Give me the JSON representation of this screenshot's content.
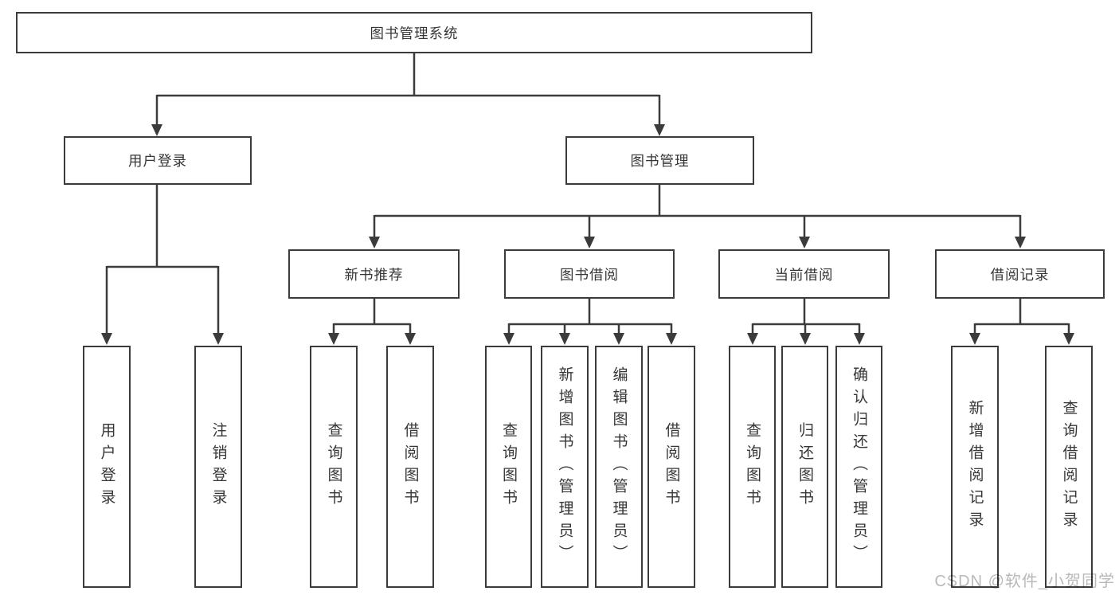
{
  "tree": {
    "root": {
      "label": "图书管理系统"
    },
    "children": [
      {
        "label": "用户登录",
        "children": [
          {
            "label": "用户登录"
          },
          {
            "label": "注销登录"
          }
        ]
      },
      {
        "label": "图书管理",
        "children": [
          {
            "label": "新书推荐",
            "children": [
              {
                "label": "查询图书"
              },
              {
                "label": "借阅图书"
              }
            ]
          },
          {
            "label": "图书借阅",
            "children": [
              {
                "label": "查询图书"
              },
              {
                "label": "新增图书（管理员）"
              },
              {
                "label": "编辑图书（管理员）"
              },
              {
                "label": "借阅图书"
              }
            ]
          },
          {
            "label": "当前借阅",
            "children": [
              {
                "label": "查询图书"
              },
              {
                "label": "归还图书"
              },
              {
                "label": "确认归还（管理员）"
              }
            ]
          },
          {
            "label": "借阅记录",
            "children": [
              {
                "label": "新增借阅记录"
              },
              {
                "label": "查询借阅记录"
              }
            ]
          }
        ]
      }
    ]
  },
  "watermark": {
    "text": "CSDN @软件_小贺同学"
  },
  "colors": {
    "line": "#3b3b3b",
    "box_border": "#3b3b3b",
    "box_background": "#ffffff",
    "text": "#363636",
    "watermark": "#b9b9b9",
    "background": "#ffffff"
  }
}
